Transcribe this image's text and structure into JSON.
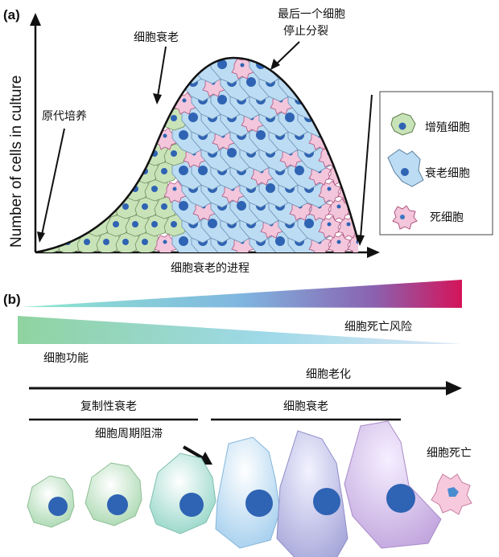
{
  "panel_a": {
    "tag": "(a)",
    "y_axis_label": "Number of cells in culture",
    "x_axis_label": "细胞衰老的进程",
    "annotations": {
      "primary_culture": "原代培养",
      "senescence": "细胞衰老",
      "last_cell_line1": "最后一个细胞",
      "last_cell_line2": "停止分裂"
    },
    "legend": {
      "items": [
        {
          "label": "增殖细胞",
          "icon": "proliferating-cell-icon",
          "color": "#c9e3b9"
        },
        {
          "label": "衰老细胞",
          "icon": "senescent-cell-icon",
          "color": "#bcdcf3"
        },
        {
          "label": "死细胞",
          "icon": "dead-cell-icon",
          "color": "#f3c6dc"
        }
      ]
    }
  },
  "panel_b": {
    "tag": "(b)",
    "death_risk": "细胞死亡风险",
    "function": "细胞功能",
    "aging": "细胞老化",
    "replicative": "复制性衰老",
    "senescence": "细胞衰老",
    "arrest": "细胞周期阻滞",
    "death": "细胞死亡"
  },
  "colors": {
    "proliferating": "#c9e3b9",
    "senescent": "#bcdcf3",
    "dead": "#f3c6dc",
    "nucleus": "#2f63b3",
    "risk_start": "#7fe0c8",
    "risk_end": "#d4145a",
    "function_start": "#8fd3a0",
    "function_end": "#c9dff3"
  }
}
